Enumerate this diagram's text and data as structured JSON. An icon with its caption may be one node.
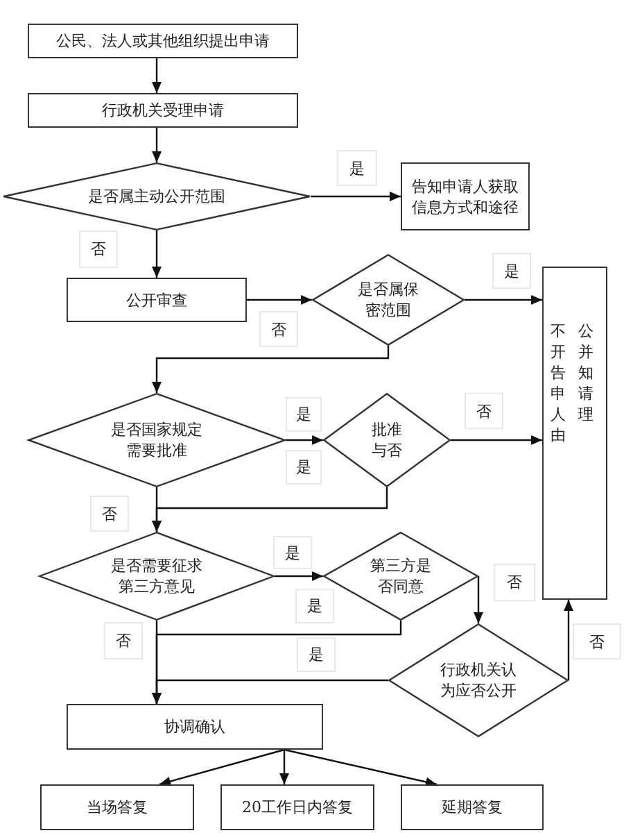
{
  "diagram": {
    "nodes": [
      {
        "text": [
          "公民、法人或其他组织提出申请"
        ]
      },
      {
        "text": [
          "行政机关受理申请"
        ]
      },
      {
        "text": [
          "是否属主动公开范围"
        ]
      },
      {
        "text": [
          "告知申请人获取信息方式和途径"
        ]
      },
      {
        "text": [
          "公开审查"
        ]
      },
      {
        "text": [
          "是否属保密范围"
        ]
      },
      {
        "text": [
          "不公开并告知申请人理由"
        ]
      },
      {
        "text": [
          "是否国家规定需要批准"
        ]
      },
      {
        "text": [
          "批准与否"
        ]
      },
      {
        "text": [
          "是否需要征求第三方意见"
        ]
      },
      {
        "text": [
          "第三方是否同意"
        ]
      },
      {
        "text": [
          "行政机关认为应否公开"
        ]
      },
      {
        "text": [
          "协调确认"
        ]
      },
      {
        "text": [
          "当场答复"
        ]
      },
      {
        "text": [
          "20工作日内答复"
        ]
      },
      {
        "text": [
          "延期答复"
        ]
      }
    ],
    "edges": [
      {
        "from": 0,
        "to": 1,
        "arrow": "to"
      },
      {
        "from": 1,
        "to": 2,
        "arrow": "to"
      },
      {
        "from": 2,
        "to": 3,
        "arrow": "to",
        "label": "是"
      },
      {
        "from": 2,
        "to": 4,
        "arrow": "to",
        "label": "否"
      },
      {
        "from": 4,
        "to": 5,
        "arrow": "to"
      },
      {
        "from": 5,
        "to": 6,
        "arrow": "to",
        "label": "是"
      },
      {
        "from": 5,
        "to": 7,
        "arrow": "to",
        "label": "否"
      },
      {
        "from": 7,
        "to": 8,
        "arrow": "to",
        "label": "是"
      },
      {
        "from": 8,
        "to": 6,
        "arrow": "to",
        "label": "否"
      },
      {
        "from": 8,
        "to": 9,
        "arrow": "to",
        "label": "是"
      },
      {
        "from": 7,
        "to": 9,
        "arrow": "to",
        "label": "否"
      },
      {
        "from": 9,
        "to": 10,
        "arrow": "to",
        "label": "是"
      },
      {
        "from": 10,
        "to": 12,
        "arrow": "to",
        "label": "是"
      },
      {
        "from": 10,
        "to": 11,
        "arrow": "to",
        "label": "否"
      },
      {
        "from": 9,
        "to": 12,
        "arrow": "to",
        "label": "否"
      },
      {
        "from": 11,
        "to": 12,
        "arrow": "to",
        "label": "是"
      },
      {
        "from": 11,
        "to": 6,
        "arrow": "to",
        "label": "否"
      },
      {
        "from": 12,
        "to": 13,
        "arrow": "to"
      },
      {
        "from": 12,
        "to": 14,
        "arrow": "to"
      },
      {
        "from": 12,
        "to": 15,
        "arrow": "to"
      }
    ]
  }
}
